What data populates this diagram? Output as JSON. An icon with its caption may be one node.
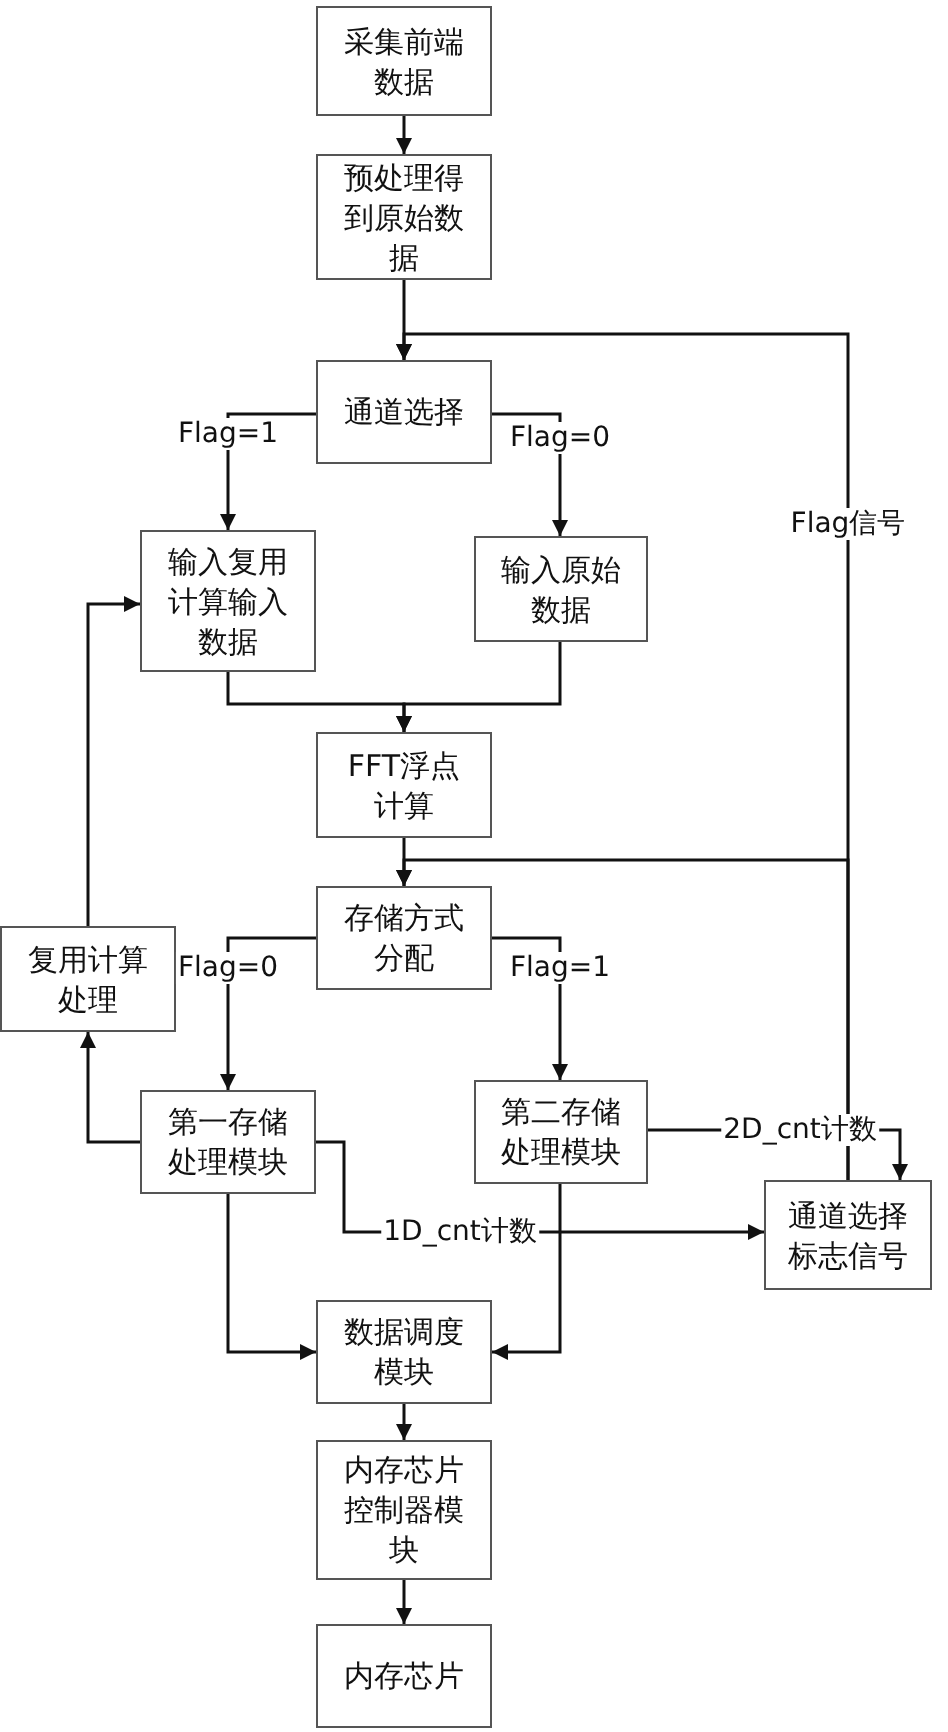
{
  "diagram": {
    "nodes": [
      {
        "text": [
          "采集前端数据"
        ]
      },
      {
        "text": [
          "预处理得到原始数据"
        ]
      },
      {
        "text": [
          "通道选择"
        ]
      },
      {
        "text": [
          "输入复用计算输入数据"
        ]
      },
      {
        "text": [
          "输入原始数据"
        ]
      },
      {
        "text": [
          "FFT浮点计算"
        ]
      },
      {
        "text": [
          "存储方式分配"
        ]
      },
      {
        "text": [
          "复用计算处理"
        ]
      },
      {
        "text": [
          "第一存储处理模块"
        ]
      },
      {
        "text": [
          "第二存储处理模块"
        ]
      },
      {
        "text": [
          "通道选择标志信号"
        ]
      },
      {
        "text": [
          "数据调度模块"
        ]
      },
      {
        "text": [
          "内存芯片控制器模块"
        ]
      },
      {
        "text": [
          "内存芯片"
        ]
      }
    ],
    "edges": [
      {
        "from": 0,
        "to": 1,
        "arrow": "to"
      },
      {
        "from": 1,
        "to": 2,
        "arrow": "to"
      },
      {
        "from": 2,
        "to": 3,
        "arrow": "to",
        "label": "Flag=1"
      },
      {
        "from": 2,
        "to": 4,
        "arrow": "to",
        "label": "Flag=0"
      },
      {
        "from": 3,
        "to": 5,
        "arrow": "to"
      },
      {
        "from": 4,
        "to": 5,
        "arrow": "to"
      },
      {
        "from": 5,
        "to": 6,
        "arrow": "to"
      },
      {
        "from": 6,
        "to": 8,
        "arrow": "to",
        "label": "Flag=0"
      },
      {
        "from": 6,
        "to": 9,
        "arrow": "to",
        "label": "Flag=1"
      },
      {
        "from": 8,
        "to": 7,
        "arrow": "to"
      },
      {
        "from": 7,
        "to": 3,
        "arrow": "to"
      },
      {
        "from": 8,
        "to": 11,
        "arrow": "to"
      },
      {
        "from": 9,
        "to": 11,
        "arrow": "to"
      },
      {
        "from": 8,
        "to": 10,
        "arrow": "to",
        "label": "1D_cnt计数"
      },
      {
        "from": 9,
        "to": 10,
        "arrow": "to",
        "label": "2D_cnt计数"
      },
      {
        "from": 10,
        "to": 2,
        "arrow": "to",
        "label": "Flag信号"
      },
      {
        "from": 10,
        "to": 6,
        "arrow": "to"
      },
      {
        "from": 11,
        "to": 12,
        "arrow": "to"
      },
      {
        "from": 12,
        "to": 13,
        "arrow": "to"
      }
    ]
  }
}
